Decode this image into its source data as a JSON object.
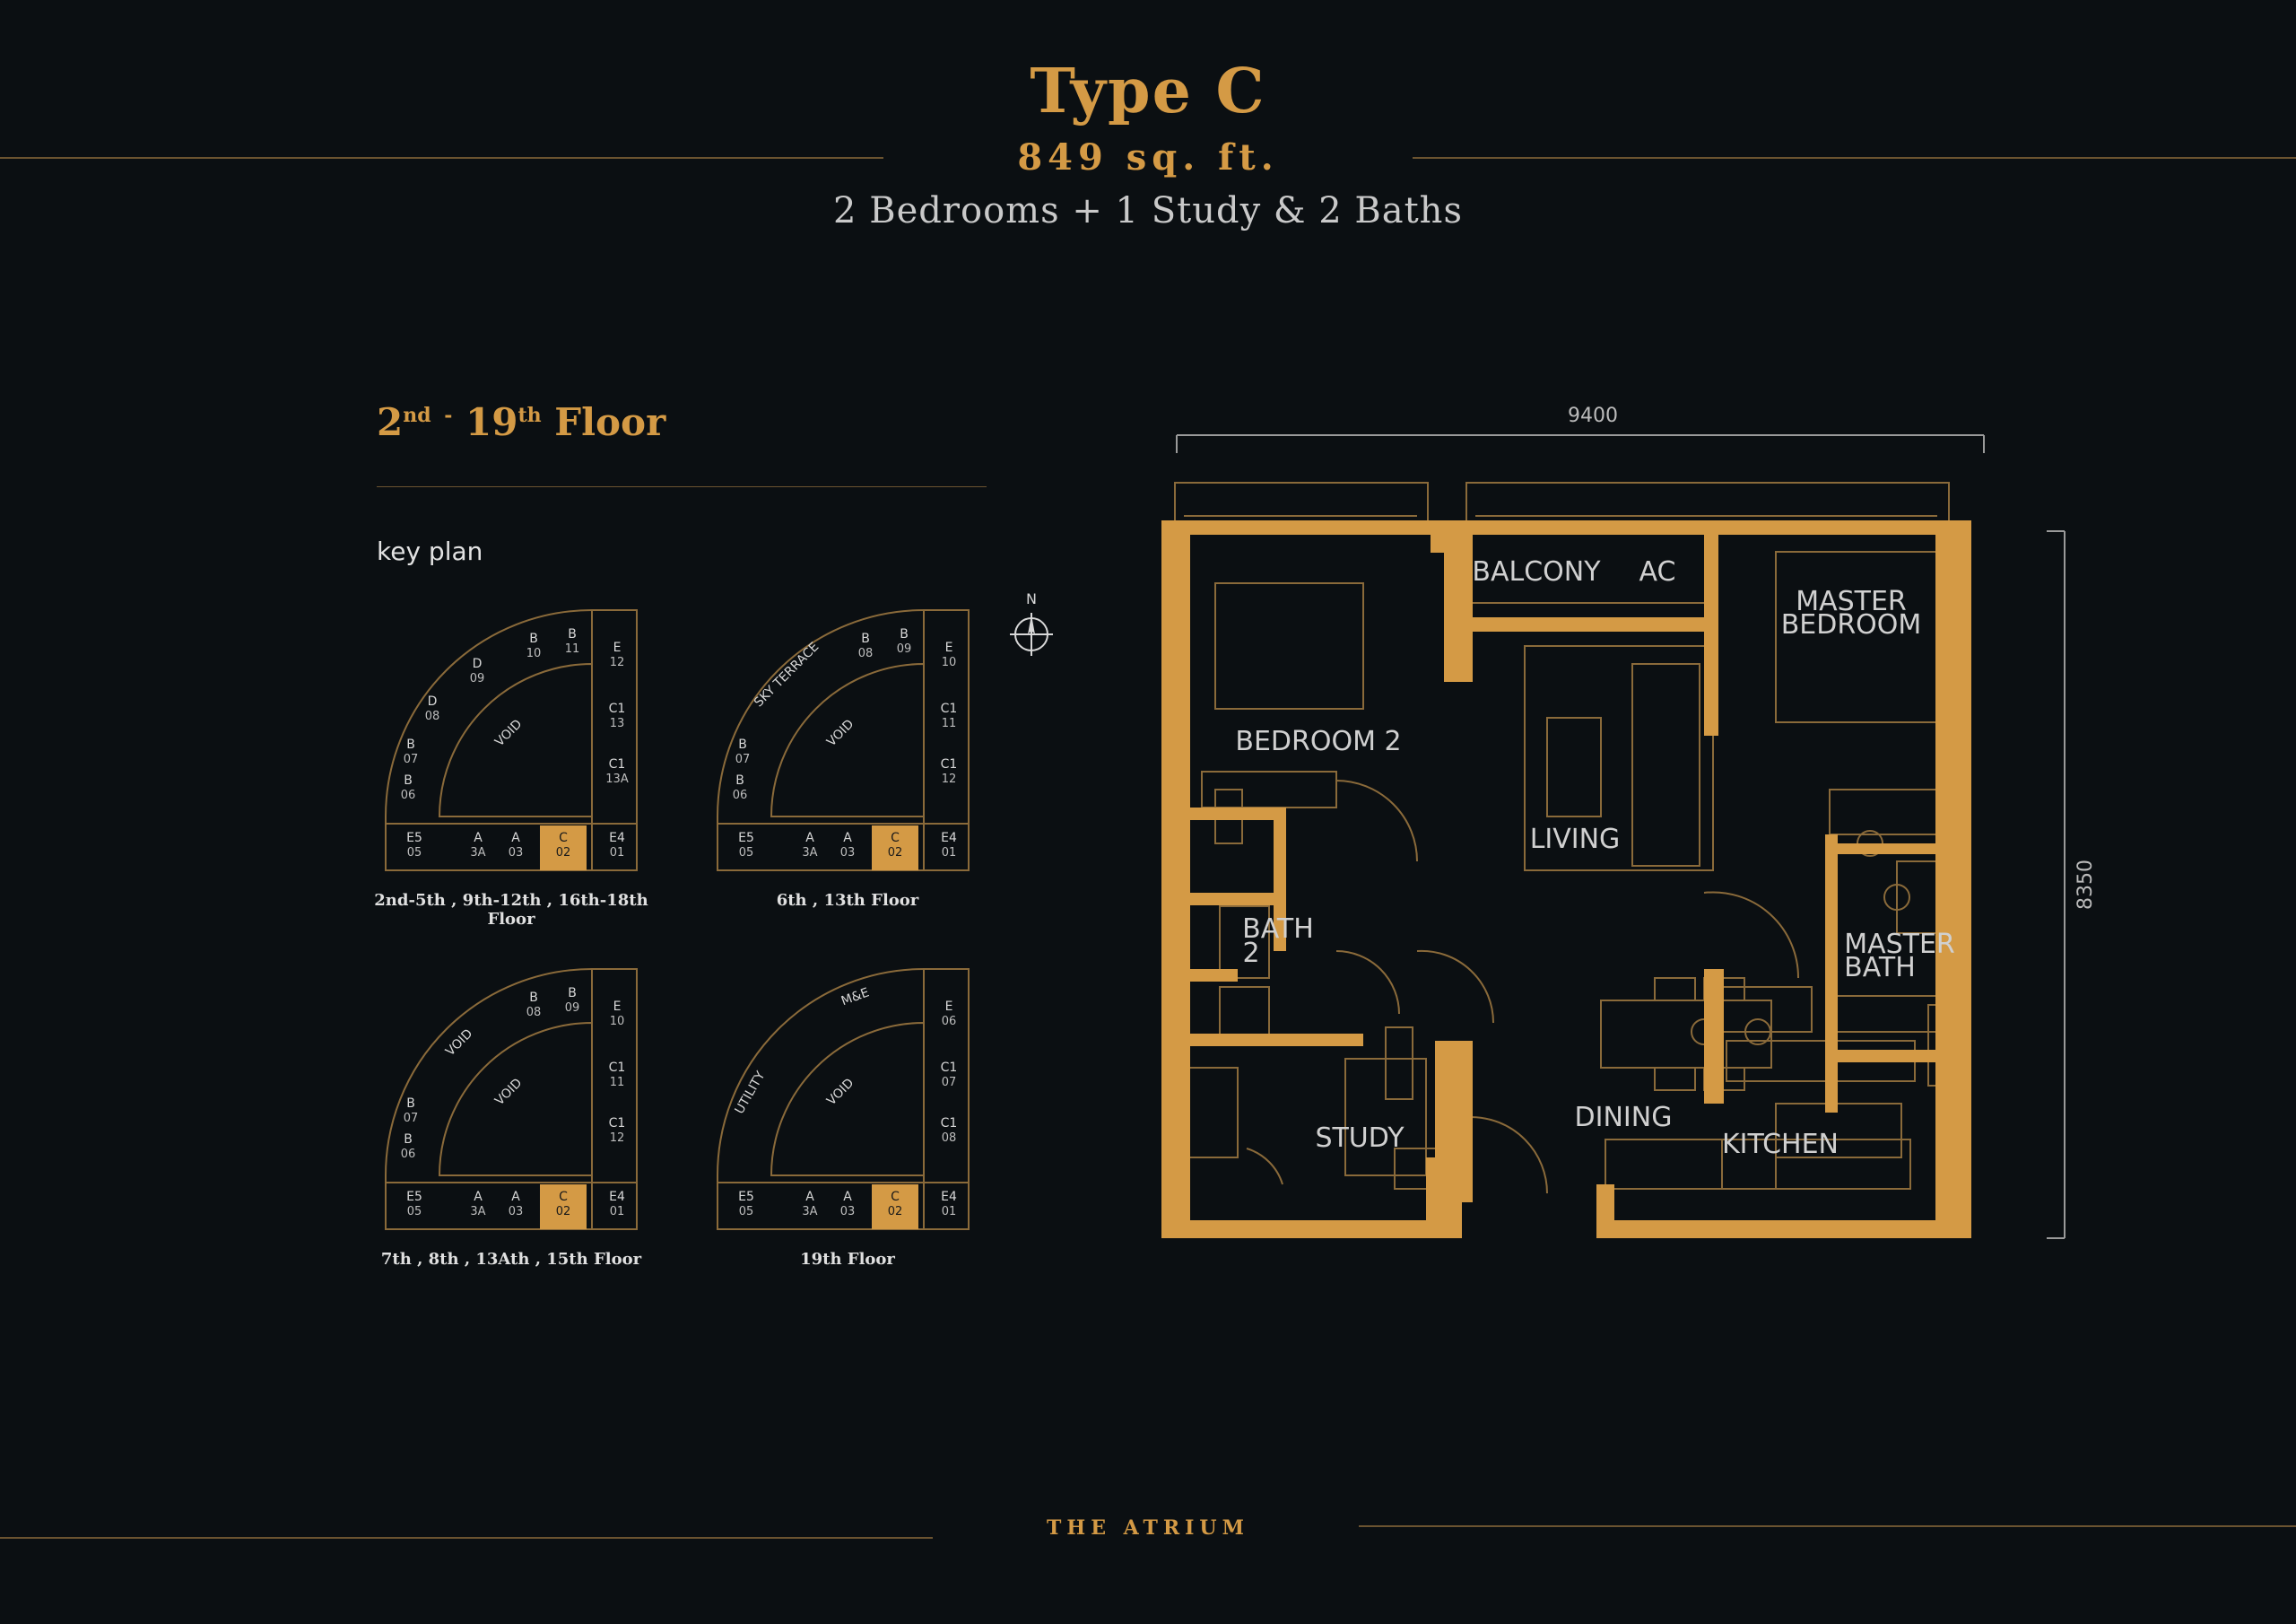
{
  "header": {
    "title": "Type C",
    "area": "849 sq. ft.",
    "rooms": "2 Bedrooms + 1 Study & 2 Baths"
  },
  "floor_title": {
    "from": "2",
    "from_suffix": "nd",
    "sep": "-",
    "to": "19",
    "to_suffix": "th",
    "word": "Floor"
  },
  "key_plan_label": "key plan",
  "compass": "N",
  "key_plans": [
    {
      "caption": "2nd-5th , 9th-12th , 16th-18th Floor",
      "units": {
        "e5": [
          "E5",
          "05"
        ],
        "a3a": [
          "A",
          "3A"
        ],
        "a03": [
          "A",
          "03"
        ],
        "c02": [
          "C",
          "02"
        ],
        "e401": [
          "E4",
          "01"
        ],
        "b06": [
          "B",
          "06"
        ],
        "b07": [
          "B",
          "07"
        ],
        "d08": [
          "D",
          "08"
        ],
        "d09": [
          "D",
          "09"
        ],
        "b10": [
          "B",
          "10"
        ],
        "b11": [
          "B",
          "11"
        ],
        "e12": [
          "E",
          "12"
        ],
        "c113": [
          "C1",
          "13"
        ],
        "c113a": [
          "C1",
          "13A"
        ]
      },
      "void": "VOID"
    },
    {
      "caption": "6th , 13th Floor",
      "units": {
        "e5": [
          "E5",
          "05"
        ],
        "a3a": [
          "A",
          "3A"
        ],
        "a03": [
          "A",
          "03"
        ],
        "c02": [
          "C",
          "02"
        ],
        "e401": [
          "E4",
          "01"
        ],
        "b06": [
          "B",
          "06"
        ],
        "b07": [
          "B",
          "07"
        ],
        "b08": [
          "B",
          "08"
        ],
        "b09": [
          "B",
          "09"
        ],
        "e10": [
          "E",
          "10"
        ],
        "c111": [
          "C1",
          "11"
        ],
        "c112": [
          "C1",
          "12"
        ]
      },
      "sky": "SKY TERRACE",
      "void": "VOID"
    },
    {
      "caption": "7th , 8th , 13Ath , 15th Floor",
      "units": {
        "e5": [
          "E5",
          "05"
        ],
        "a3a": [
          "A",
          "3A"
        ],
        "a03": [
          "A",
          "03"
        ],
        "c02": [
          "C",
          "02"
        ],
        "e401": [
          "E4",
          "01"
        ],
        "b06": [
          "B",
          "06"
        ],
        "b07": [
          "B",
          "07"
        ],
        "b08": [
          "B",
          "08"
        ],
        "b09": [
          "B",
          "09"
        ],
        "e10": [
          "E",
          "10"
        ],
        "c111": [
          "C1",
          "11"
        ],
        "c112": [
          "C1",
          "12"
        ]
      },
      "void1": "VOID",
      "void2": "VOID"
    },
    {
      "caption": "19th Floor",
      "units": {
        "e5": [
          "E5",
          "05"
        ],
        "a3a": [
          "A",
          "3A"
        ],
        "a03": [
          "A",
          "03"
        ],
        "c02": [
          "C",
          "02"
        ],
        "e401": [
          "E4",
          "01"
        ],
        "e06": [
          "E",
          "06"
        ],
        "c107": [
          "C1",
          "07"
        ],
        "c108": [
          "C1",
          "08"
        ]
      },
      "utility": "UTILITY",
      "me": "M&E",
      "void": "VOID"
    }
  ],
  "floorplan": {
    "dim_width": "9400",
    "dim_height": "8350",
    "rooms": {
      "balcony": "BALCONY",
      "ac": "AC",
      "master_bedroom_1": "MASTER",
      "master_bedroom_2": "BEDROOM",
      "bedroom2": "BEDROOM 2",
      "living": "LIVING",
      "bath2_1": "BATH",
      "bath2_2": "2",
      "master_bath_1": "MASTER",
      "master_bath_2": "BATH",
      "dining": "DINING",
      "kitchen": "KITCHEN",
      "study": "STUDY"
    }
  },
  "footer": {
    "brand": "THE ATRIUM"
  },
  "colors": {
    "background": "#0b0f12",
    "gold": "#d49a45",
    "line": "#8a6a3a"
  }
}
